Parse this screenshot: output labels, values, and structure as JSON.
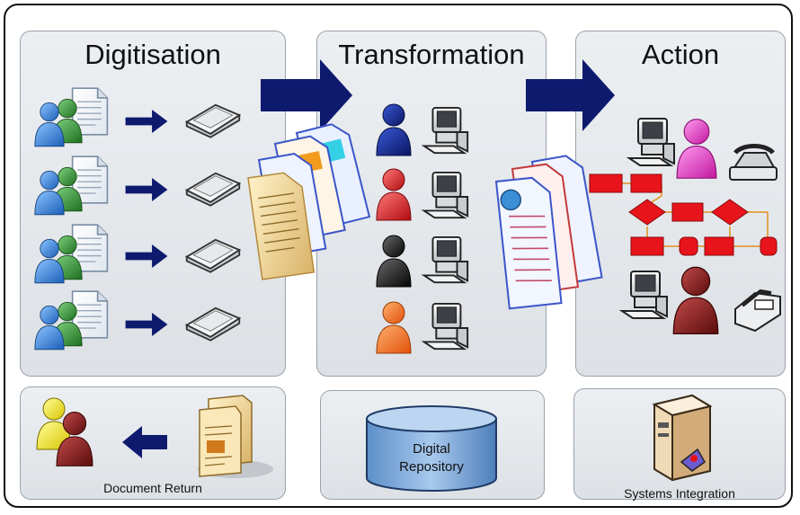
{
  "stages": {
    "digitisation": {
      "title": "Digitisation"
    },
    "transformation": {
      "title": "Transformation"
    },
    "action": {
      "title": "Action"
    }
  },
  "bottom": {
    "document_return": "Document Return",
    "repository_line1": "Digital",
    "repository_line2": "Repository",
    "systems_integration": "Systems Integration"
  },
  "colors": {
    "arrow": "#0d1a6e",
    "flow_box": "#e8141b",
    "person_blue": "#2c7ad6",
    "person_green": "#2d8a2d",
    "person_red": "#d3161b",
    "person_black": "#1a1a1a",
    "person_orange": "#f26a16",
    "person_magenta": "#e12cc6",
    "person_maroon": "#7a1515",
    "person_yellow": "#f2e200"
  },
  "icons": [
    "person-icon",
    "document-icon",
    "scanner-icon",
    "computer-icon",
    "telephone-icon",
    "fax-icon",
    "folder-icon",
    "database-icon",
    "server-icon",
    "flowchart-icon",
    "arrow-icon"
  ]
}
